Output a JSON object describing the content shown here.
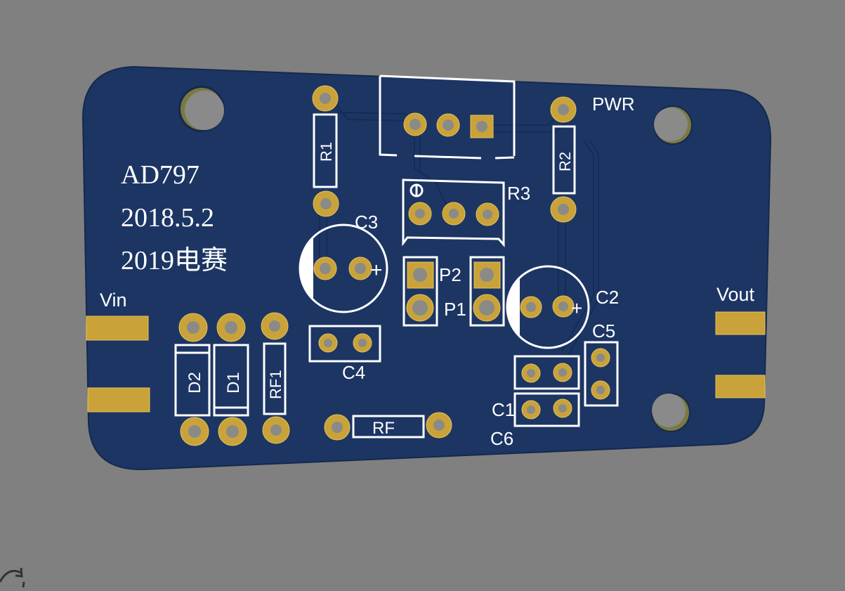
{
  "viewer": {
    "background_color": "#808080",
    "rotate_icon": "rotate-icon"
  },
  "board": {
    "color": "#1c3563",
    "pad_color": "#c9a23a",
    "silkscreen_color": "#ffffff",
    "title_lines": [
      "AD797",
      "2018.5.2",
      "2019电赛"
    ],
    "connectors": {
      "vin_label": "Vin",
      "vout_label": "Vout",
      "pwr_label": "PWR"
    },
    "components": {
      "r1": "R1",
      "r2": "R2",
      "r3": "R3",
      "c1": "C1",
      "c2": "C2",
      "c3": "C3",
      "c4": "C4",
      "c5": "C5",
      "c6": "C6",
      "d1": "D1",
      "d2": "D2",
      "rf": "RF",
      "rf1": "RF1",
      "p1": "P1",
      "p2": "P2"
    },
    "polarity_mark": "+"
  }
}
